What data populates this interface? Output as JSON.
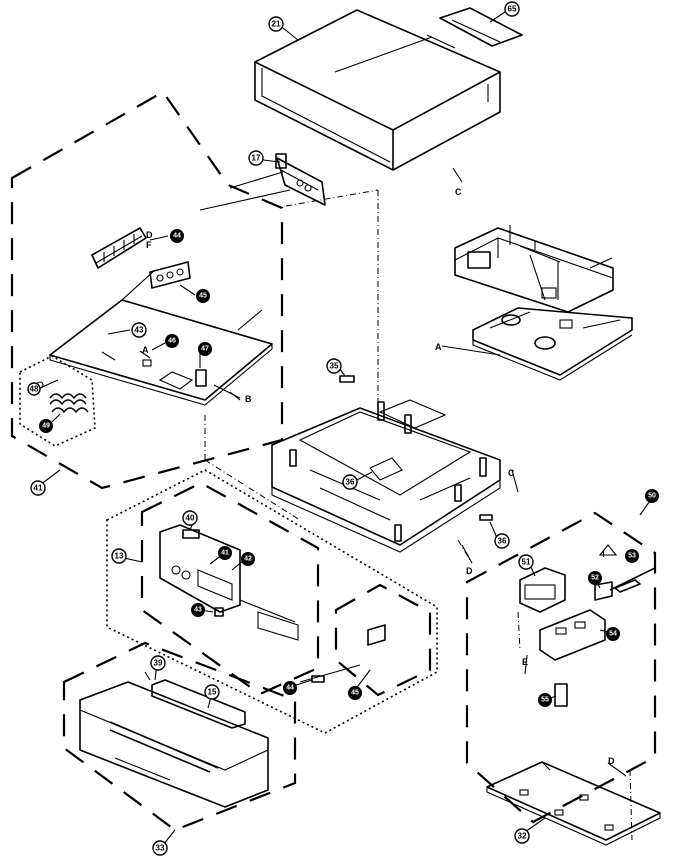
{
  "callouts": {
    "top_cover": "21",
    "top_label": "65",
    "left_board_group": "41",
    "jack_board_part": "17",
    "left_group_item_a": "43",
    "left_group_item_b": "44",
    "left_group_item_c": "45",
    "left_group_item_d": "46",
    "left_group_item_e": "47",
    "left_group_item_f": "48",
    "left_group_item_g": "49",
    "chassis_part_top": "35",
    "chassis_part_mid": "36",
    "chassis_part_bottom": "36",
    "front_panel_group": "13",
    "front_item_a": "40",
    "front_item_b": "41",
    "front_item_c": "42",
    "front_item_d": "43",
    "front_item_e": "44",
    "front_item_f": "45",
    "front_door_group": "33",
    "front_door_item_a": "39",
    "front_door_item_b": "15",
    "right_group": "50",
    "right_item_a": "51",
    "right_item_b": "52",
    "right_item_c": "53",
    "right_item_d": "54",
    "right_item_e": "55",
    "bottom_plate": "32"
  },
  "letters": {
    "a_mech": "A",
    "a_board": "A",
    "b_board": "B",
    "c_top": "C",
    "c_chassis": "C",
    "d_chassis": "D",
    "d_plate": "D",
    "e_right": "E",
    "f_left": "F",
    "d_left": "D"
  }
}
